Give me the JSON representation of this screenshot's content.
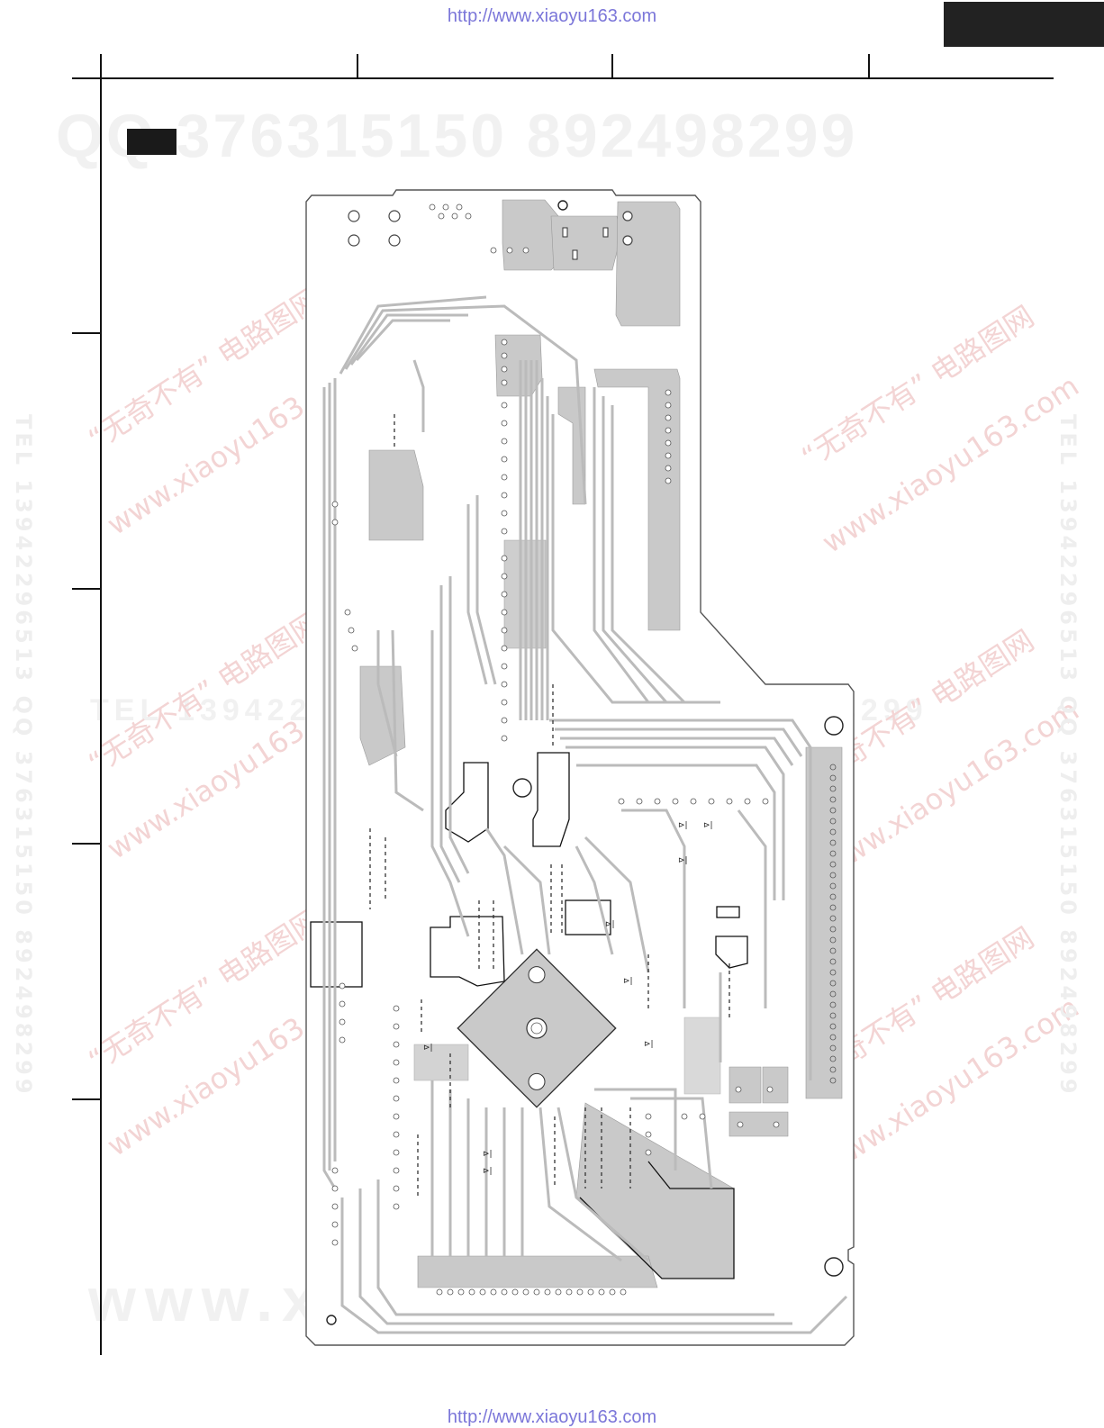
{
  "header": {
    "url": "http://www.xiaoyu163.com"
  },
  "footer": {
    "url": "http://www.xiaoyu163.com"
  },
  "watermarks": {
    "qq": "QQ 376315150   892498299",
    "www": "www.xiaoyu163.com",
    "tel": "TEL 13942296513   QQ 376315150   892498299",
    "chinese_1": "“无奇不有” 电路图网",
    "chinese_2": "www.xiaoyu163.com",
    "side_text": "TEL 13942296513 QQ 376315150 892498299"
  },
  "colors": {
    "url_link": "#7b76d9",
    "copper": "#c9c9c9",
    "board_edge": "#555555",
    "frame_line": "#111111"
  },
  "diagram": {
    "type": "printed circuit board copper-side layout",
    "components": [
      "main IC (large rotated square)",
      "edge connectors",
      "diodes",
      "SMD resistors"
    ]
  }
}
